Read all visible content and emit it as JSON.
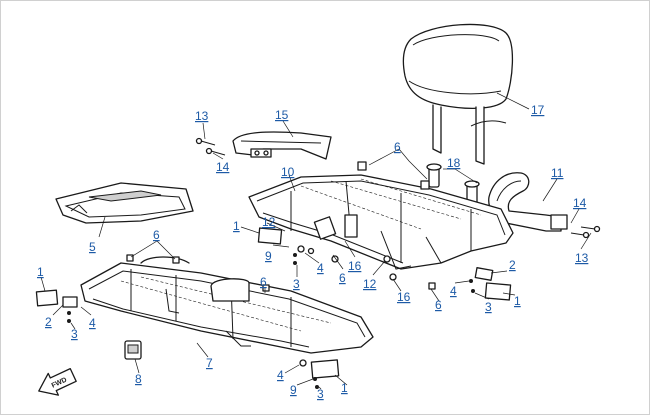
{
  "callouts": [
    {
      "id": "c17",
      "label": "17"
    },
    {
      "id": "c15",
      "label": "15"
    },
    {
      "id": "c13a",
      "label": "13"
    },
    {
      "id": "c14a",
      "label": "14"
    },
    {
      "id": "c6a",
      "label": "6"
    },
    {
      "id": "c18",
      "label": "18"
    },
    {
      "id": "c11",
      "label": "11"
    },
    {
      "id": "c10",
      "label": "10"
    },
    {
      "id": "c14b",
      "label": "14"
    },
    {
      "id": "c13b",
      "label": "13"
    },
    {
      "id": "c5",
      "label": "5"
    },
    {
      "id": "c1a",
      "label": "1"
    },
    {
      "id": "c12a",
      "label": "12"
    },
    {
      "id": "c6b",
      "label": "6"
    },
    {
      "id": "c9a",
      "label": "9"
    },
    {
      "id": "c4a",
      "label": "4"
    },
    {
      "id": "c6c",
      "label": "6"
    },
    {
      "id": "c16a",
      "label": "16"
    },
    {
      "id": "c3a",
      "label": "3"
    },
    {
      "id": "c12b",
      "label": "12"
    },
    {
      "id": "c2a",
      "label": "2"
    },
    {
      "id": "c1b",
      "label": "1"
    },
    {
      "id": "c16b",
      "label": "16"
    },
    {
      "id": "c4b",
      "label": "4"
    },
    {
      "id": "c3b",
      "label": "3"
    },
    {
      "id": "c6d",
      "label": "6"
    },
    {
      "id": "c1c",
      "label": "1"
    },
    {
      "id": "c2b",
      "label": "2"
    },
    {
      "id": "c3c",
      "label": "3"
    },
    {
      "id": "c4c",
      "label": "4"
    },
    {
      "id": "c6e",
      "label": "6"
    },
    {
      "id": "c7",
      "label": "7"
    },
    {
      "id": "c8",
      "label": "8"
    },
    {
      "id": "c4d",
      "label": "4"
    },
    {
      "id": "c9b",
      "label": "9"
    },
    {
      "id": "c3d",
      "label": "3"
    },
    {
      "id": "c1d",
      "label": "1"
    }
  ],
  "fwd_label": "FWD",
  "colors": {
    "callout": "#1d5aa6",
    "line": "#1a1a1a"
  }
}
